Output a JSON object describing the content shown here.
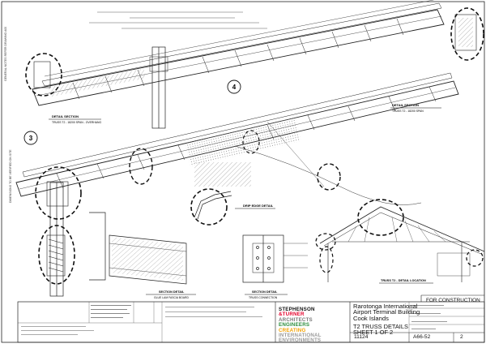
{
  "title_block": {
    "status": "FOR CONSTRUCTION",
    "firm": {
      "line1": "STEPHENSON",
      "line2": "&TURNER",
      "line3": "ARCHITECTS",
      "line4": "ENGINEERS",
      "line5": "CREATING",
      "line6": "INTERNATIONAL",
      "line7": "ENVIRONMENTS"
    },
    "project": {
      "line1": "Rarotonga International",
      "line2": "Airport Terminal Building",
      "line3": "Cook Islands"
    },
    "drawing_title": {
      "line1": "T2 TRUSS DETAILS",
      "line2": "SHEET 1 OF 2"
    },
    "project_number": "11124",
    "drawing_number": "A66-52",
    "revision": "2"
  },
  "callouts": {
    "grid_4": "4",
    "grid_3": "3"
  },
  "labels": {
    "detail_section_top": "DETAIL SECTION",
    "detail_section_top_sub": "TRUSS T2 - 18200 SPAN - OVERHANG",
    "detail_section_right": "DETAIL SECTION",
    "detail_section_right_sub": "TRUSS T2 - 18200 SPAN",
    "drip_edge": "DRIP EDGE DETAIL",
    "section_fascia": "SECTION DETAIL",
    "section_fascia_sub": "GLUE LAM FASCIA BOARD",
    "section_truss": "SECTION DETAIL",
    "section_truss_sub": "TRUSS CONNECTION",
    "truss_location": "TRUSS T2 - DETAIL LOCATION"
  }
}
